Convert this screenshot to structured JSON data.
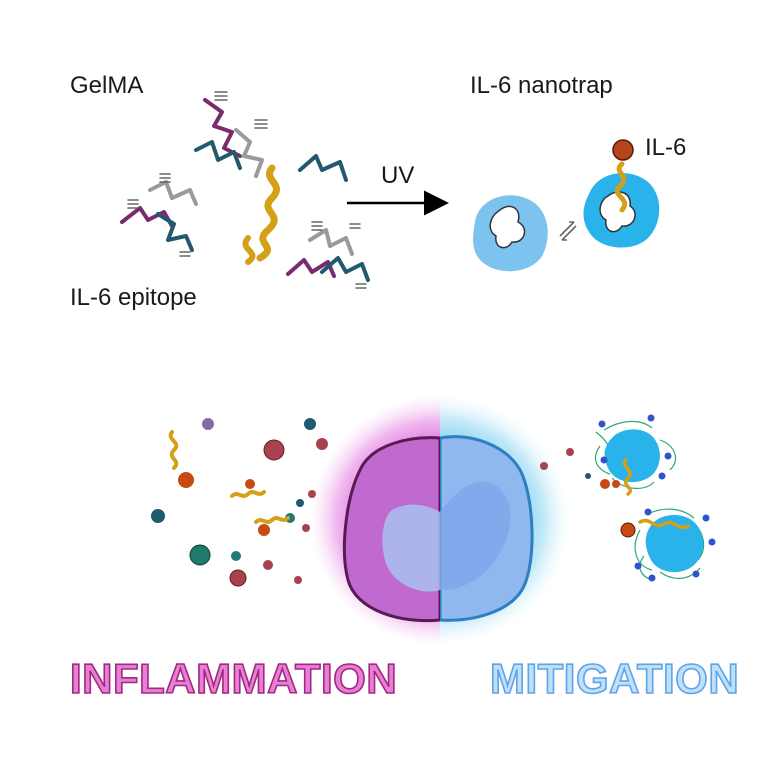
{
  "labels": {
    "gelma": "GelMA",
    "il6_epitope": "IL-6 epitope",
    "il6_nanotrap": "IL-6 nanotrap",
    "il6": "IL-6",
    "uv": "UV",
    "inflammation": "INFLAMMATION",
    "mitigation": "MITIGATION"
  },
  "colors": {
    "gelma_purple": "#7b2a6e",
    "gelma_gray": "#9a9a9a",
    "gelma_teal": "#1f5a6e",
    "epitope_gold": "#d4a017",
    "nanotrap_blue": "#4fb3e8",
    "il6_bead": "#b5451b",
    "inflammation_pink": "#e77fd6",
    "mitigation_blue": "#bfe0fb"
  }
}
